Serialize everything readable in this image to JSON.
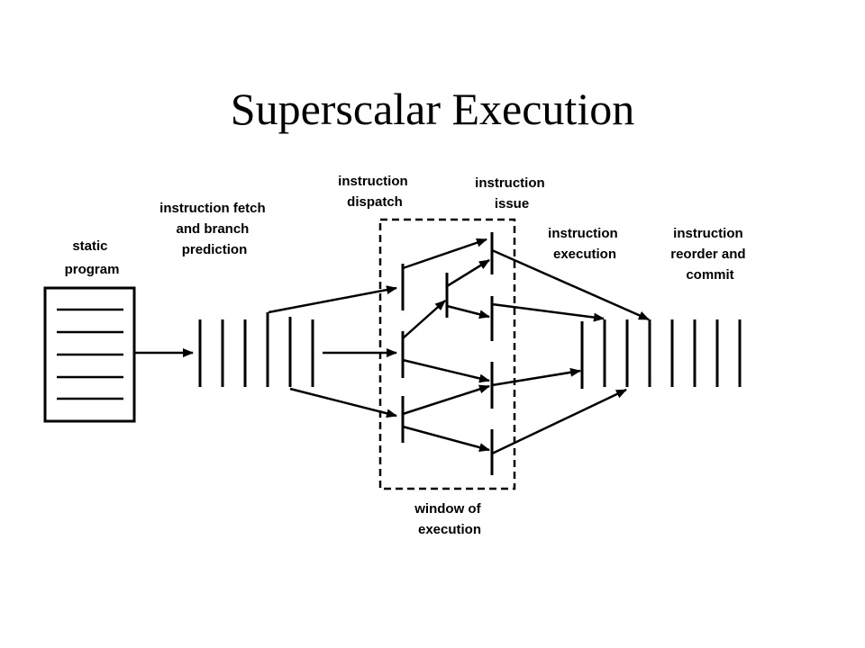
{
  "title": "Superscalar Execution",
  "labels": {
    "static_program": [
      "static",
      "program"
    ],
    "fetch": [
      "instruction fetch",
      "and  branch",
      "prediction"
    ],
    "dispatch": [
      "instruction",
      "dispatch"
    ],
    "issue": [
      "instruction",
      "issue"
    ],
    "execution": [
      "instruction",
      "execution"
    ],
    "commit": [
      "instruction",
      "reorder and",
      "commit"
    ],
    "window": [
      "window of",
      "execution"
    ]
  }
}
